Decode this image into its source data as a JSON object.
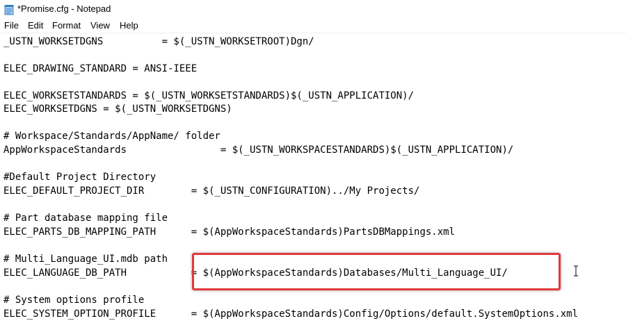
{
  "window": {
    "title": "*Promise.cfg - Notepad",
    "icon": "notepad-icon"
  },
  "menu": {
    "items": [
      "File",
      "Edit",
      "Format",
      "View",
      "Help"
    ]
  },
  "editor": {
    "lines": [
      "_USTN_WORKSETDGNS          = $(_USTN_WORKSETROOT)Dgn/",
      "",
      "ELEC_DRAWING_STANDARD = ANSI-IEEE",
      "",
      "ELEC_WORKSETSTANDARDS = $(_USTN_WORKSETSTANDARDS)$(_USTN_APPLICATION)/",
      "ELEC_WORKSETDGNS = $(_USTN_WORKSETDGNS)",
      "",
      "# Workspace/Standards/AppName/ folder",
      "AppWorkspaceStandards                = $(_USTN_WORKSPACESTANDARDS)$(_USTN_APPLICATION)/",
      "",
      "#Default Project Directory",
      "ELEC_DEFAULT_PROJECT_DIR        = $(_USTN_CONFIGURATION)../My Projects/",
      "",
      "# Part database mapping file",
      "ELEC_PARTS_DB_MAPPING_PATH      = $(AppWorkspaceStandards)PartsDBMappings.xml",
      "",
      "# Multi_Language_UI.mdb path",
      "ELEC_LANGUAGE_DB_PATH           = $(AppWorkspaceStandards)Databases/Multi_Language_UI/",
      "",
      "# System options profile",
      "ELEC_SYSTEM_OPTION_PROFILE      = $(AppWorkspaceStandards)Config/Options/default.SystemOptions.xml"
    ],
    "highlight_color": "#e0393b"
  }
}
